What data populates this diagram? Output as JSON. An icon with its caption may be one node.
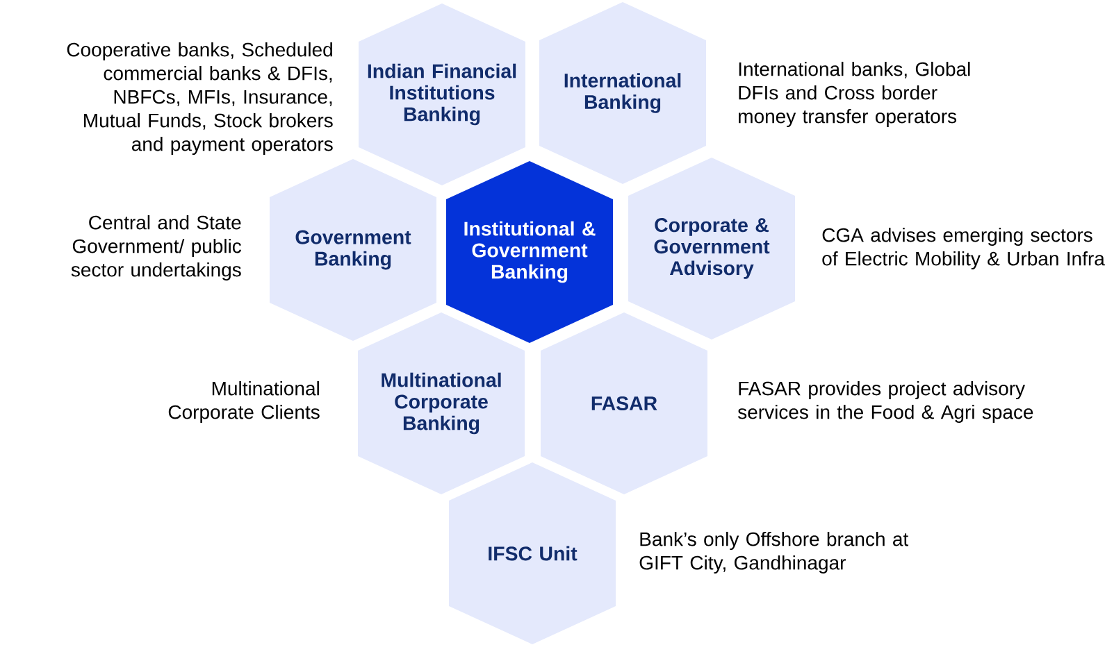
{
  "diagram": {
    "nodes": [
      {
        "text": [
          "Indian Financial Institutions Banking"
        ]
      },
      {
        "text": [
          "International Banking"
        ],
        "beside": [
          "International banks, Global DFIs and Cross border money transfer operators"
        ]
      },
      {
        "text": [
          "Government Banking"
        ],
        "beside": [
          "Central and State Government/ public sector undertakings"
        ]
      },
      {
        "text": [
          "Institutional & Government Banking"
        ]
      },
      {
        "text": [
          "Corporate & Government Advisory"
        ],
        "beside": [
          "CGA advises emerging sectors of Electric Mobility & Urban Infra"
        ]
      },
      {
        "text": [
          "Multinational Corporate Banking"
        ],
        "beside": [
          "Multinational Corporate Clients"
        ]
      },
      {
        "text": [
          "FASAR"
        ],
        "beside": [
          "FASAR provides project advisory services in the Food & Agri space"
        ]
      },
      {
        "text": [
          "IFSC Unit"
        ],
        "beside": [
          "Bank’s only Offshore branch at GIFT City, Gandhinagar"
        ]
      }
    ],
    "labels": [
      "Cooperative banks, Scheduled commercial banks & DFIs, NBFCs, MFIs, Insurance, Mutual Funds, Stock brokers and payment operators"
    ]
  }
}
